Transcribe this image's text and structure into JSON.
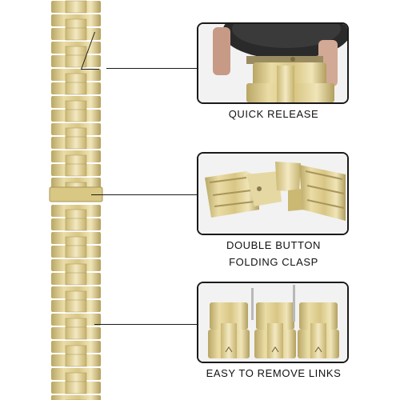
{
  "product": {
    "colors": {
      "gold_light": "#e8d9a0",
      "gold_mid": "#d4c27a",
      "gold_dark": "#a8955a",
      "outline": "#1a1a1a"
    }
  },
  "callouts": [
    {
      "id": "quick-release",
      "caption_lines": [
        "QUICK RELEASE"
      ],
      "image_icon": "watch-quick-release-photo"
    },
    {
      "id": "clasp",
      "caption_lines": [
        "DOUBLE BUTTON",
        "FOLDING CLASP"
      ],
      "image_icon": "folding-clasp-photo"
    },
    {
      "id": "links",
      "caption_lines": [
        "EASY TO REMOVE LINKS"
      ],
      "image_icon": "removable-links-photo"
    }
  ]
}
